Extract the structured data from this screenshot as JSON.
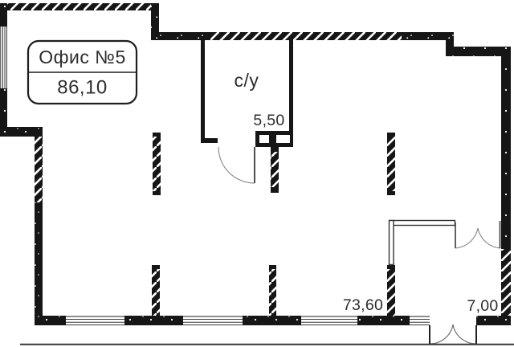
{
  "floor_plan": {
    "title_box": {
      "title": "Офис №5",
      "area": "86,10"
    },
    "labels": {
      "bathroom_name": "с/у",
      "bathroom_area": "5,50",
      "main_area": "73,60",
      "balcony_area": "7,00"
    },
    "colors": {
      "wall": "#161616",
      "text": "#2d2d2d",
      "door_arc": "#909090",
      "door_leaf": "#3a3a3a",
      "partition_stroke": "#333333",
      "bottom_rule": "#383838",
      "background": "#ffffff"
    }
  }
}
